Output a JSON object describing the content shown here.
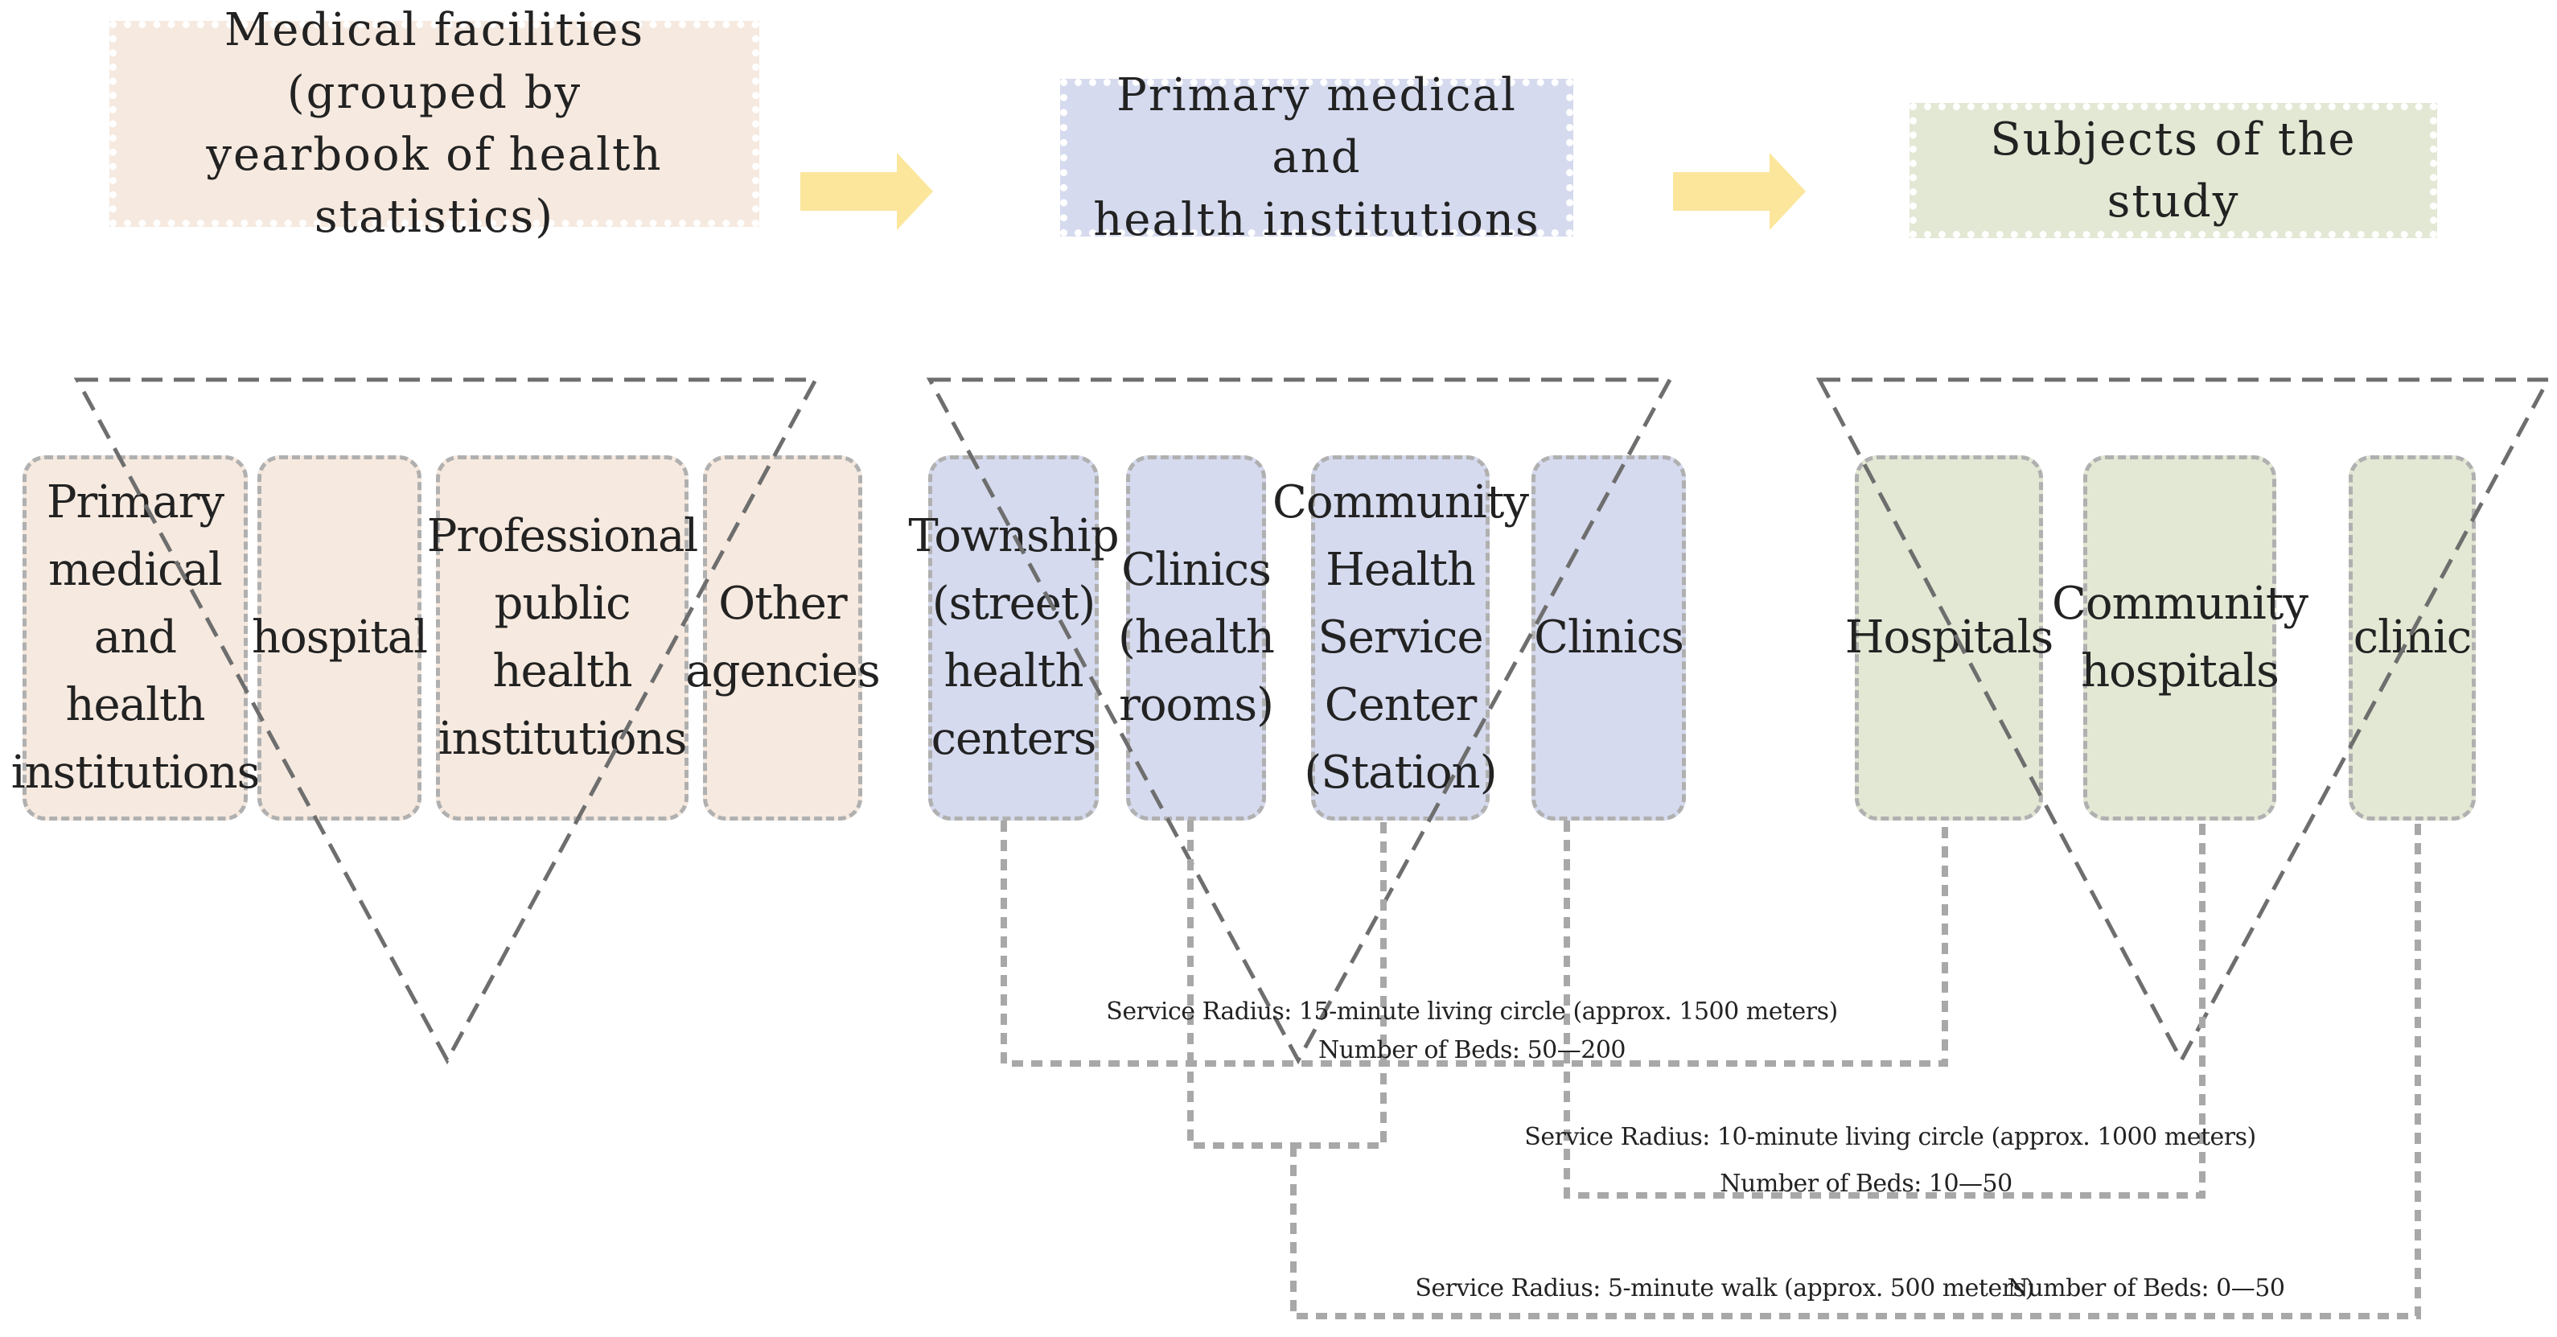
{
  "headers": [
    {
      "text": "Medical facilities (grouped by yearbook of health statistics)",
      "lines": [
        "Medical facilities (grouped by",
        "yearbook of health statistics)"
      ]
    },
    {
      "text": "Primary medical and health institutions",
      "lines": [
        "Primary medical and",
        "health institutions"
      ]
    },
    {
      "text": "Subjects of the study",
      "lines": [
        "Subjects of the study"
      ]
    }
  ],
  "groups": {
    "facilities": [
      {
        "lines": [
          "Primary",
          "medical",
          "and",
          "health",
          "institutions"
        ]
      },
      {
        "lines": [
          "hospital"
        ]
      },
      {
        "lines": [
          "Professional",
          "public",
          "health",
          "institutions"
        ]
      },
      {
        "lines": [
          "Other",
          "agencies"
        ]
      }
    ],
    "primary": [
      {
        "lines": [
          "Township",
          "(street)",
          "health",
          "centers"
        ]
      },
      {
        "lines": [
          "Clinics",
          "(health",
          "rooms)"
        ]
      },
      {
        "lines": [
          "Community",
          "Health",
          "Service",
          "Center",
          "(Station)"
        ]
      },
      {
        "lines": [
          "Clinics"
        ]
      }
    ],
    "subjects": [
      {
        "lines": [
          "Hospitals"
        ]
      },
      {
        "lines": [
          "Community",
          "hospitals"
        ]
      },
      {
        "lines": [
          "clinic"
        ]
      }
    ]
  },
  "links": [
    {
      "service_radius": "Service Radius: 15-minute living circle (approx. 1500 meters)",
      "beds": "Number of Beds: 50—200"
    },
    {
      "service_radius": "Service Radius: 10-minute living circle (approx. 1000 meters)",
      "beds": "Number of Beds: 10—50"
    },
    {
      "service_radius": "Service Radius: 5-minute walk (approx. 500 meters)",
      "beds": "Number of Beds: 0—50"
    }
  ],
  "colors": {
    "peach": "#f6e9df",
    "blue": "#d5daee",
    "green": "#e2e8d4",
    "arrow": "#fbe69b",
    "dashed_line": "#6e6e6e",
    "box_border": "#b0b0b0"
  }
}
